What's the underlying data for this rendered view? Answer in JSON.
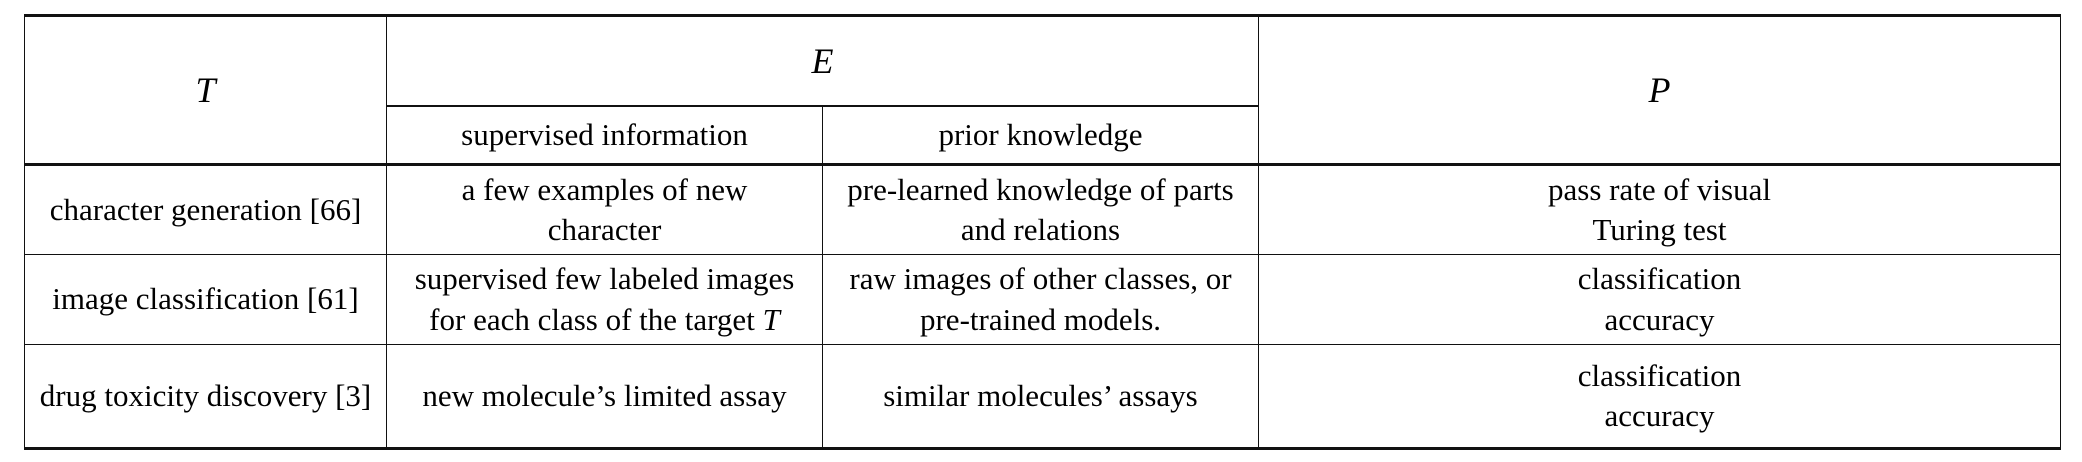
{
  "table": {
    "caption_present": false,
    "columns": {
      "task": "T",
      "experience": "E",
      "experience_sub": [
        "supervised information",
        "prior knowledge"
      ],
      "performance": "P"
    },
    "header": {
      "t_label": "T",
      "e_label": "E",
      "p_label": "P",
      "sub_supervised": "supervised information",
      "sub_prior": "prior knowledge"
    },
    "rows": [
      {
        "task": "character generation [66]",
        "supervised_information": [
          "a few examples of new",
          "character"
        ],
        "prior_knowledge": [
          "pre-learned knowledge of parts",
          "and relations"
        ],
        "performance": [
          "pass rate of visual",
          "Turing test"
        ]
      },
      {
        "task": "image classification [61]",
        "supervised_information": [
          "supervised few labeled images",
          "for each class of the target T"
        ],
        "supervised_information_line2_prefix": "for each class of the target ",
        "supervised_information_line2_math": "T",
        "prior_knowledge": [
          "raw images of other classes, or",
          "pre-trained models."
        ],
        "performance": [
          "classification",
          "accuracy"
        ]
      },
      {
        "task": "drug toxicity discovery [3]",
        "supervised_information": [
          "new molecule’s limited assay"
        ],
        "prior_knowledge": [
          "similar molecules’ assays"
        ],
        "performance": [
          "classification",
          "accuracy"
        ]
      }
    ]
  },
  "style": {
    "text_color": "#000000",
    "background": "#ffffff",
    "rule_color": "#111111"
  }
}
